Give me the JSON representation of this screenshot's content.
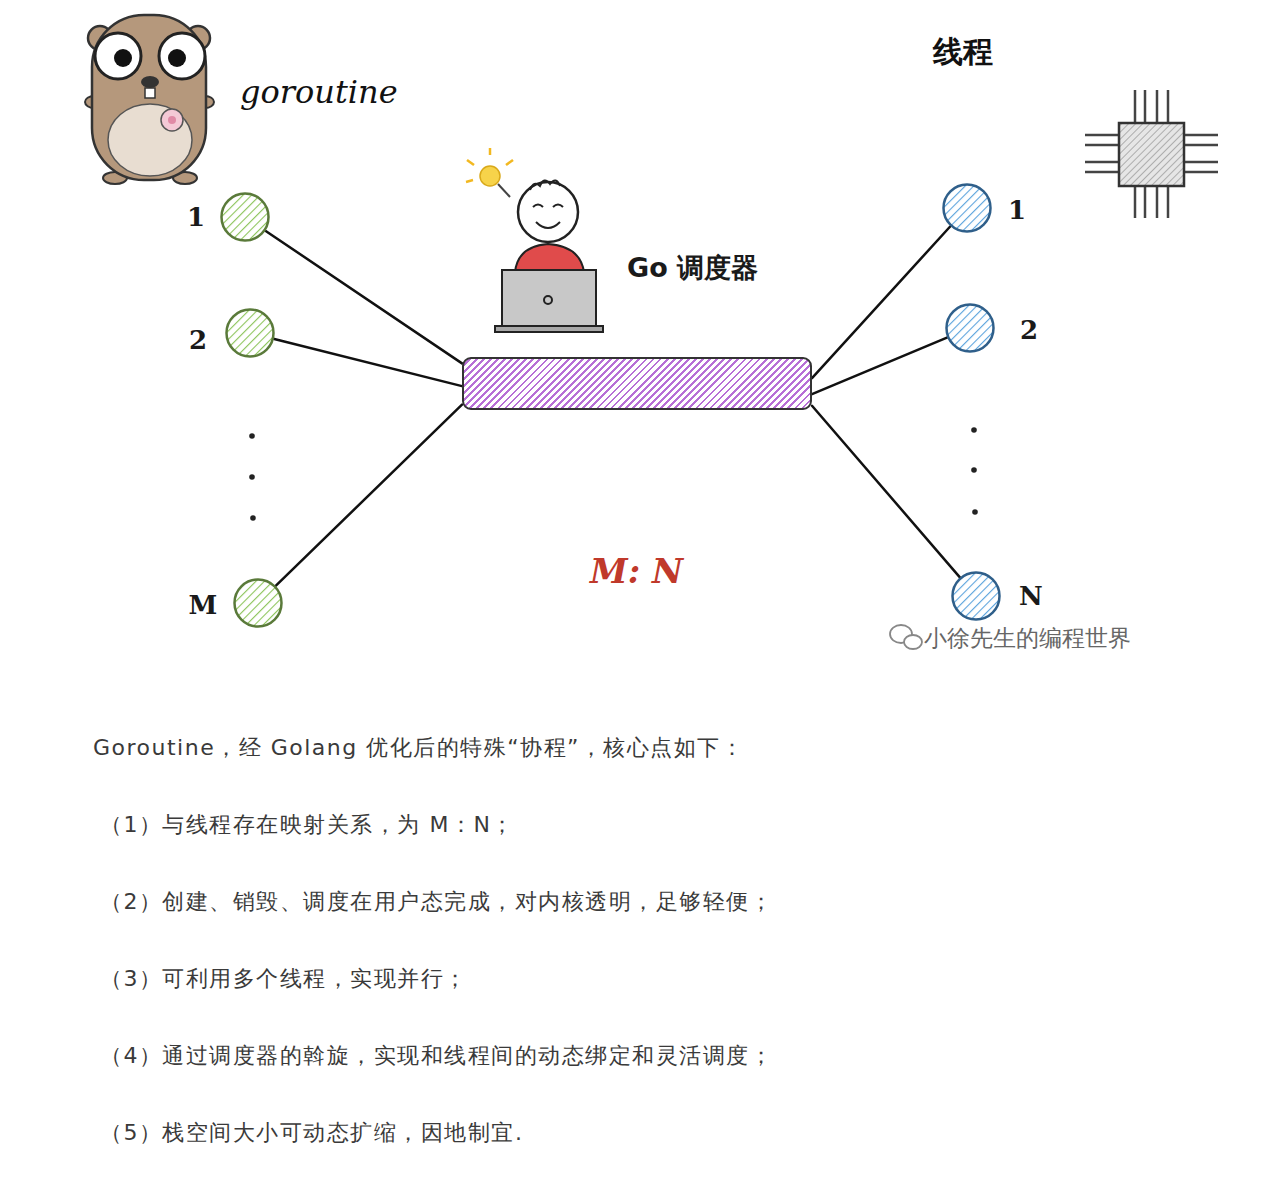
{
  "diagram": {
    "nodes": [
      {
        "text": [
          "1"
        ]
      },
      {
        "text": [
          "2"
        ]
      },
      {
        "text": [
          "M"
        ]
      },
      {
        "text": [
          "Go 调度器"
        ]
      },
      {
        "text": [
          "1"
        ]
      },
      {
        "text": [
          "2"
        ]
      },
      {
        "text": [
          "N"
        ]
      }
    ],
    "edges": [
      {
        "from": 0,
        "to": 3,
        "arrow": "none"
      },
      {
        "from": 1,
        "to": 3,
        "arrow": "none"
      },
      {
        "from": 2,
        "to": 3,
        "arrow": "none"
      },
      {
        "from": 3,
        "to": 4,
        "arrow": "none"
      },
      {
        "from": 3,
        "to": 5,
        "arrow": "none"
      },
      {
        "from": 3,
        "to": 6,
        "arrow": "none"
      }
    ],
    "labels": [
      "goroutine",
      "线程",
      "M: N",
      "小徐先生的编程世界",
      "Goroutine，经 Golang 优化后的特殊“协程”，核心点如下：",
      "（1）与线程存在映射关系，为 M：N；",
      "（2）创建、销毁、调度在用户态完成，对内核透明，足够轻便；",
      "（3）可利用多个线程，实现并行；",
      "（4）通过调度器的斡旋，实现和线程间的动态绑定和灵活调度；",
      "（5）栈空间大小可动态扩缩，因地制宜."
    ]
  }
}
